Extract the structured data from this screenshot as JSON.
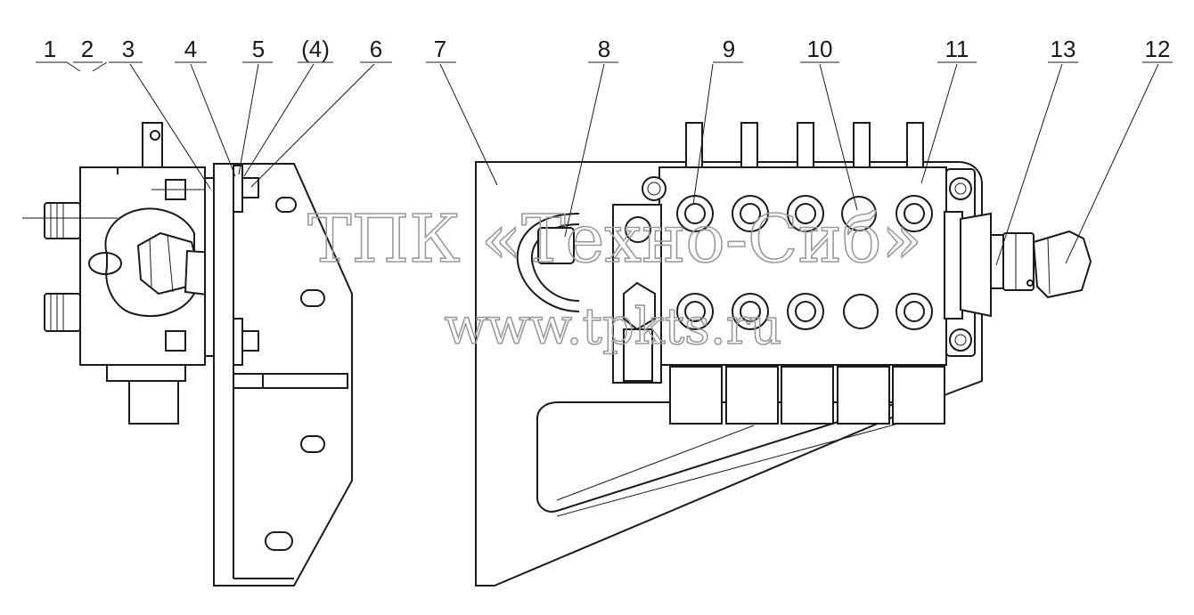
{
  "callouts": [
    {
      "id": "c1",
      "label": "1"
    },
    {
      "id": "c2",
      "label": "2"
    },
    {
      "id": "c3",
      "label": "3"
    },
    {
      "id": "c4",
      "label": "4"
    },
    {
      "id": "c5",
      "label": "5"
    },
    {
      "id": "c4b",
      "label": "(4)"
    },
    {
      "id": "c6",
      "label": "6"
    },
    {
      "id": "c7",
      "label": "7"
    },
    {
      "id": "c8",
      "label": "8"
    },
    {
      "id": "c9",
      "label": "9"
    },
    {
      "id": "c10",
      "label": "10"
    },
    {
      "id": "c11",
      "label": "11"
    },
    {
      "id": "c13",
      "label": "13"
    },
    {
      "id": "c12",
      "label": "12"
    }
  ],
  "watermark": {
    "line1": "ТПК «Техно-Сиб»",
    "line2": "www.tpkts.ru"
  }
}
